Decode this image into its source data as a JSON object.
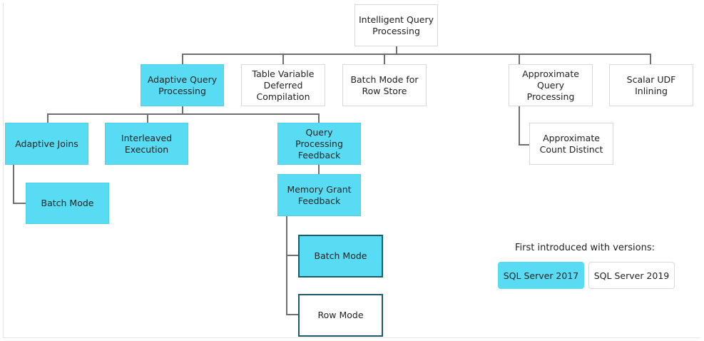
{
  "diagram": {
    "root": "Intelligent Query Processing",
    "level1": {
      "adaptive_query_processing": "Adaptive Query Processing",
      "table_variable": "Table Variable Deferred Compilation",
      "batch_mode_row_store": "Batch Mode for Row Store",
      "approximate_query_processing": "Approximate Query Processing",
      "scalar_udf": "Scalar UDF Inlining"
    },
    "adaptive_children": {
      "adaptive_joins": "Adaptive Joins",
      "interleaved_execution": "Interleaved Execution",
      "qp_feedback": "Query Processing Feedback"
    },
    "adaptive_joins_child": "Batch Mode",
    "qp_feedback_child": "Memory Grant Feedback",
    "memory_grant_children": {
      "batch_mode": "Batch Mode",
      "row_mode": "Row Mode"
    },
    "approximate_child": "Approximate Count Distinct"
  },
  "legend": {
    "title": "First introduced with versions:",
    "items": [
      {
        "label": "SQL Server 2017",
        "color": "#58dcf4"
      },
      {
        "label": "SQL Server 2019",
        "color": "#ffffff"
      }
    ]
  },
  "colors": {
    "sql2017_fill": "#58dcf4",
    "sql2019_fill": "#ffffff",
    "connector": "#6f6f6f",
    "highlight_border": "#1c5a6c"
  }
}
